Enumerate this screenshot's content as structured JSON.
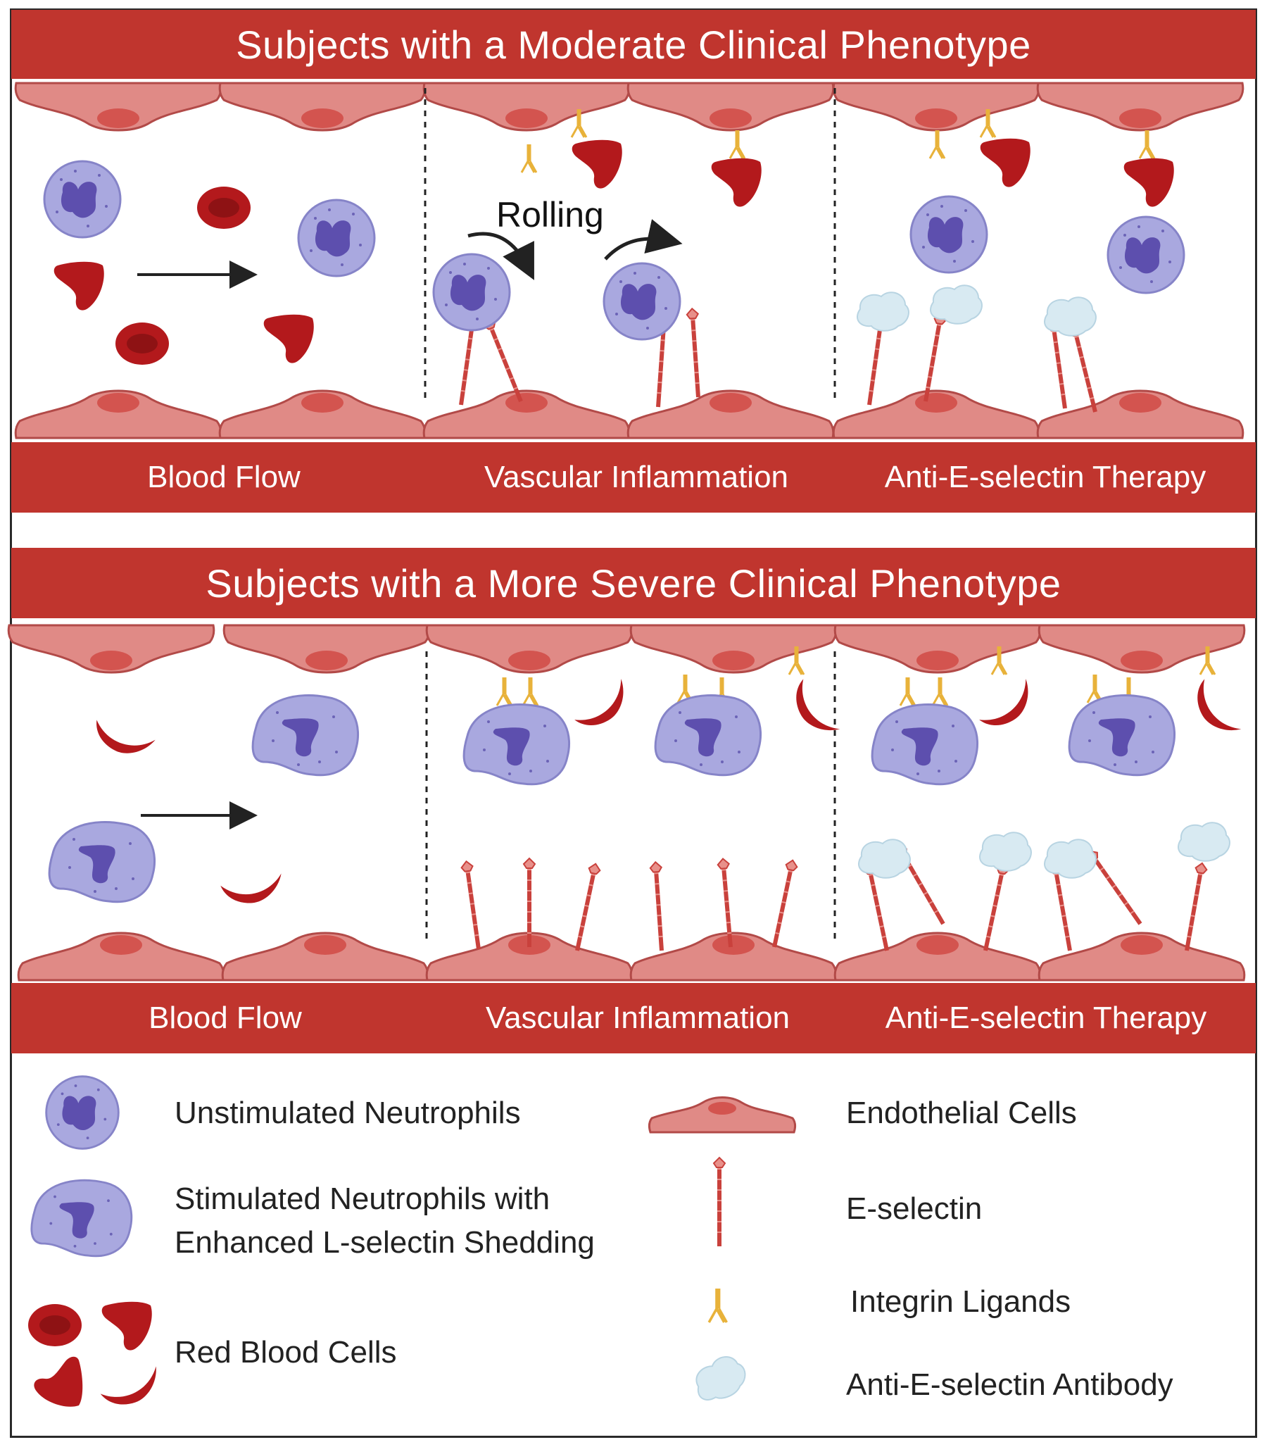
{
  "colors": {
    "band": "#c0352e",
    "endothelial": "#e08a86",
    "endothelial_stroke": "#b24a48",
    "nucleus": "#d3544f",
    "rbc": "#b3191c",
    "neutrophil": "#a9a8df",
    "neutrophil_nucleus": "#5d4fae",
    "selectin": "#c9413c",
    "ligand": "#e8b23a",
    "antibody": "#d8eaf2"
  },
  "panels": [
    {
      "title": "Subjects with a Moderate Clinical Phenotype",
      "captions": [
        "Blood Flow",
        "Vascular Inflammation",
        "Anti-E-selectin Therapy"
      ],
      "annotation": "Rolling"
    },
    {
      "title": "Subjects with a More Severe Clinical  Phenotype",
      "captions": [
        "Blood Flow",
        "Vascular Inflammation",
        "Anti-E-selectin Therapy"
      ]
    }
  ],
  "legend": {
    "unstimulated": "Unstimulated Neutrophils",
    "stimulated": "Stimulated Neutrophils with\nEnhanced L-selectin Shedding",
    "rbc": "Red Blood Cells",
    "endothelial": "Endothelial Cells",
    "eselectin": "E-selectin",
    "integrin": "Integrin Ligands",
    "antibody": "Anti-E-selectin Antibody"
  }
}
